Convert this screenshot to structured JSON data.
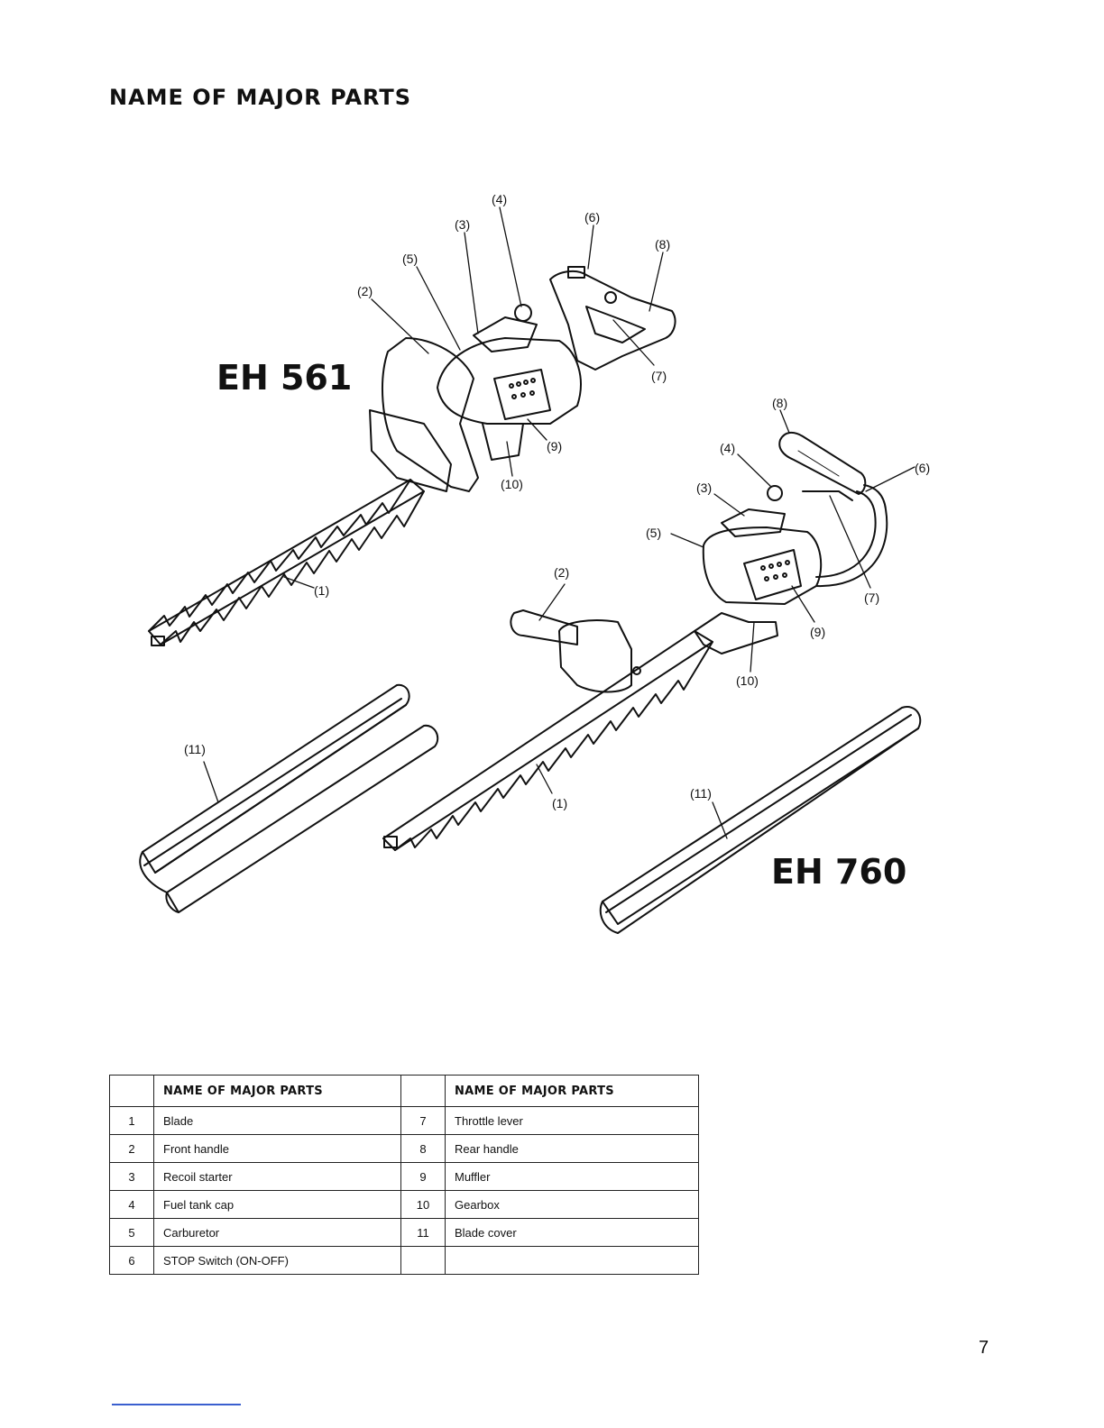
{
  "page_heading": "NAME OF MAJOR PARTS",
  "page_number": "7",
  "diagram": {
    "model_a": "EH 561",
    "model_b": "EH 760",
    "callouts_a": [
      "(1)",
      "(2)",
      "(3)",
      "(4)",
      "(5)",
      "(6)",
      "(7)",
      "(8)",
      "(9)",
      "(10)",
      "(11)"
    ],
    "callouts_b": [
      "(1)",
      "(2)",
      "(3)",
      "(4)",
      "(5)",
      "(6)",
      "(7)",
      "(8)",
      "(9)",
      "(10)",
      "(11)"
    ]
  },
  "parts_table": {
    "header_left": "NAME OF MAJOR PARTS",
    "header_right": "NAME OF MAJOR PARTS",
    "rows": [
      {
        "n1": "1",
        "p1": "Blade",
        "n2": "7",
        "p2": "Throttle lever"
      },
      {
        "n1": "2",
        "p1": "Front handle",
        "n2": "8",
        "p2": "Rear handle"
      },
      {
        "n1": "3",
        "p1": "Recoil starter",
        "n2": "9",
        "p2": "Muffler"
      },
      {
        "n1": "4",
        "p1": "Fuel tank cap",
        "n2": "10",
        "p2": "Gearbox"
      },
      {
        "n1": "5",
        "p1": "Carburetor",
        "n2": "11",
        "p2": "Blade cover"
      },
      {
        "n1": "6",
        "p1": "STOP Switch (ON-OFF)",
        "n2": "",
        "p2": ""
      }
    ]
  }
}
